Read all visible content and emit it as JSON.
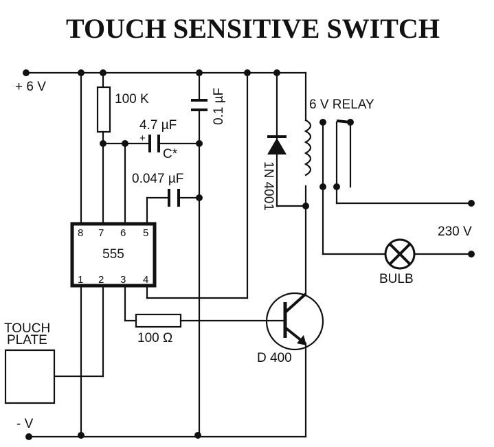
{
  "title": "TOUCH SENSITIVE SWITCH",
  "labels": {
    "vplus": "+ 6 V",
    "vminus": "- V",
    "r1": "100 K",
    "c1": "4.7 µF",
    "c1_mark": "C*",
    "c1_plus": "+",
    "c2": "0.1 µF",
    "c3": "0.047 µF",
    "ic": "555",
    "diode": "1N 4001",
    "relay": "6 V  RELAY",
    "mains": "230 V",
    "bulb": "BULB",
    "r2": "100  Ω",
    "transistor": "D 400",
    "touch_plate_1": "TOUCH",
    "touch_plate_2": "PLATE"
  },
  "ic_pins": {
    "top": [
      "8",
      "7",
      "6",
      "5"
    ],
    "bottom": [
      "1",
      "2",
      "3",
      "4"
    ]
  }
}
